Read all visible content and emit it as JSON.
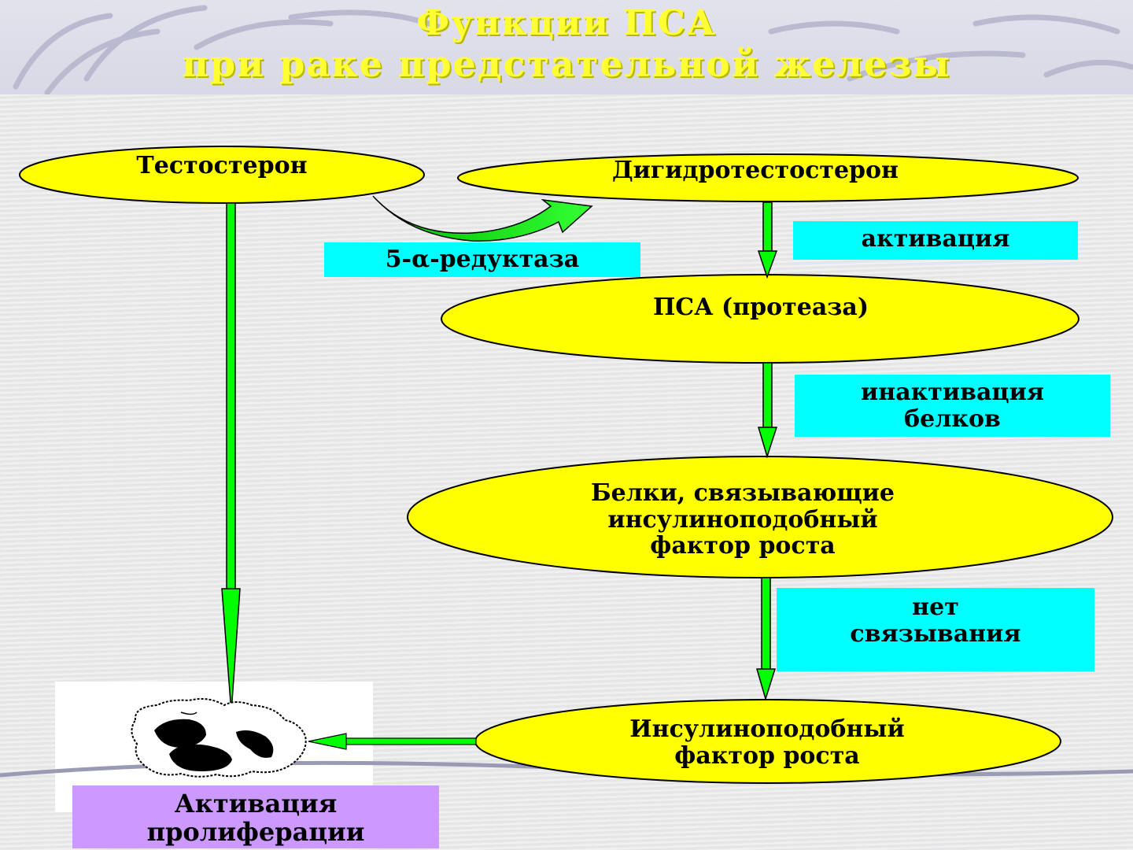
{
  "slide": {
    "title_line1": "Функции ПСА",
    "title_line2": "при раке предстательной железы"
  },
  "nodes": {
    "testosterone": "Тестостерон",
    "dht": "Дигидротестостерон",
    "psa": "ПСА (протеаза)",
    "igfbp": [
      "Белки, связывающие",
      "инсулиноподобный",
      "фактор роста"
    ],
    "igf": [
      "Инсулиноподобный",
      "фактор роста"
    ]
  },
  "labels": {
    "reductase": "5-α-редуктаза",
    "activation": "активация",
    "inactivation": [
      "инактивация",
      "белков"
    ],
    "no_binding": [
      "нет",
      "связывания"
    ],
    "result": [
      "Активация",
      "пролиферации"
    ]
  },
  "colors": {
    "ellipse_fill": "#ffff00",
    "label_box": "#00ffff",
    "result_box": "#cc99ff",
    "arrow": "#00ff00",
    "title": "#ffff33"
  }
}
